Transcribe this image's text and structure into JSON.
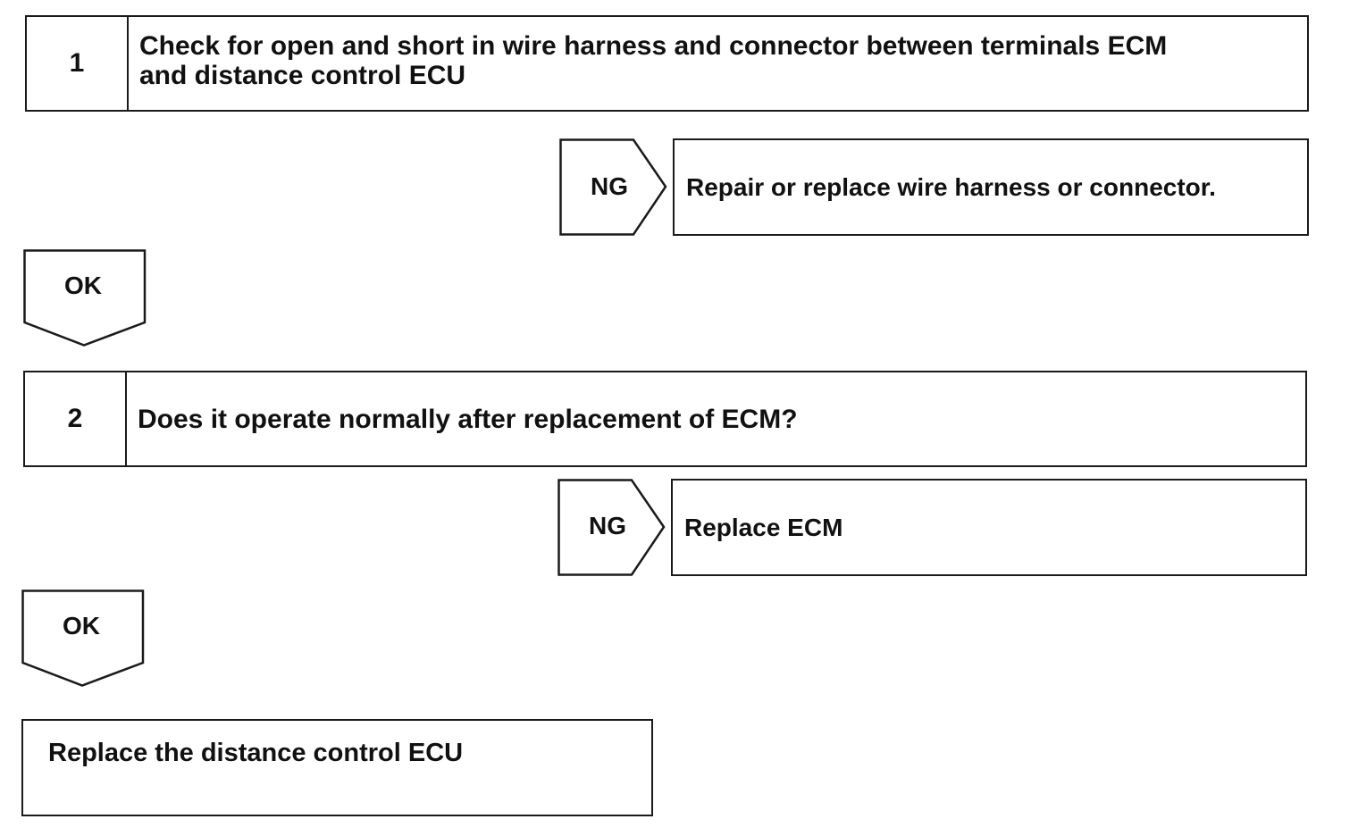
{
  "steps": [
    {
      "number": "1",
      "text_line1": "Check for open and short in wire harness and connector between terminals ECM",
      "text_line2": "and distance control ECU",
      "ng_label": "NG",
      "ng_action": "Repair or replace wire harness or connector.",
      "ok_label": "OK"
    },
    {
      "number": "2",
      "text": "Does it operate normally after replacement of ECM?",
      "ng_label": "NG",
      "ng_action": "Replace ECM",
      "ok_label": "OK"
    }
  ],
  "final_action": "Replace the distance control ECU",
  "colors": {
    "line": "#1a1a1a",
    "background": "#ffffff",
    "text": "#111111"
  }
}
